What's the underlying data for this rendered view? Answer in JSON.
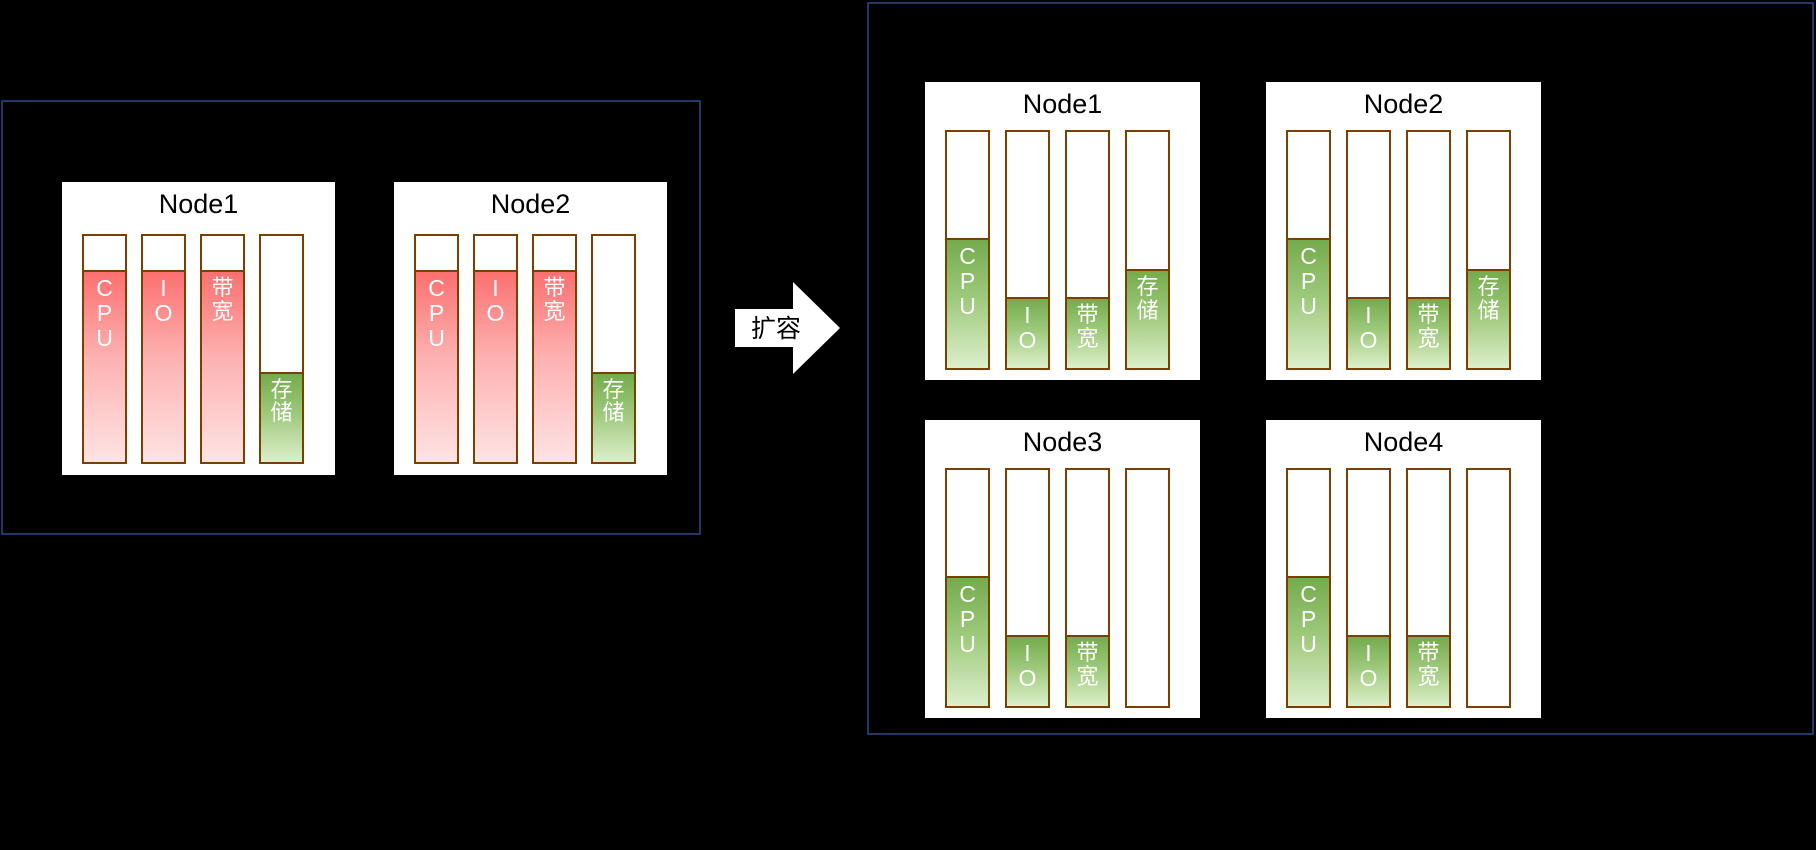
{
  "diagram": {
    "title_implicit": "",
    "colors": {
      "panel_border": "#1f3864",
      "bar_border": "#7b3f00",
      "background": "#000000",
      "card_background": "#ffffff",
      "red_top": "#fc7070",
      "red_bottom": "#ffe3e3",
      "green_top": "#74ab4c",
      "green_bottom": "#dcefcb",
      "label_text": "#ffffff",
      "title_text": "#000000"
    }
  },
  "transition": {
    "arrow_label": "扩容",
    "arrow_icon": "right-arrow-icon"
  },
  "resource_labels": {
    "cpu": "CPU",
    "io": "IO",
    "bandwidth": "带宽",
    "storage": "存储"
  },
  "before": {
    "panel_name": "before-expansion-panel",
    "nodes": [
      {
        "title": "Node1",
        "bars": [
          {
            "key": "cpu",
            "label": "CPU",
            "fill_percent": 85,
            "color": "red",
            "show_label": true
          },
          {
            "key": "io",
            "label": "IO",
            "fill_percent": 85,
            "color": "red",
            "show_label": true
          },
          {
            "key": "bandwidth",
            "label": "带宽",
            "fill_percent": 85,
            "color": "red",
            "show_label": true
          },
          {
            "key": "storage",
            "label": "存储",
            "fill_percent": 40,
            "color": "green",
            "show_label": true
          }
        ]
      },
      {
        "title": "Node2",
        "bars": [
          {
            "key": "cpu",
            "label": "CPU",
            "fill_percent": 85,
            "color": "red",
            "show_label": true
          },
          {
            "key": "io",
            "label": "IO",
            "fill_percent": 85,
            "color": "red",
            "show_label": true
          },
          {
            "key": "bandwidth",
            "label": "带宽",
            "fill_percent": 85,
            "color": "red",
            "show_label": true
          },
          {
            "key": "storage",
            "label": "存储",
            "fill_percent": 40,
            "color": "green",
            "show_label": true
          }
        ]
      }
    ]
  },
  "after": {
    "panel_name": "after-expansion-panel",
    "nodes": [
      {
        "title": "Node1",
        "bars": [
          {
            "key": "cpu",
            "label": "CPU",
            "fill_percent": 55,
            "color": "green",
            "show_label": true
          },
          {
            "key": "io",
            "label": "IO",
            "fill_percent": 30,
            "color": "green",
            "show_label": true
          },
          {
            "key": "bandwidth",
            "label": "带宽",
            "fill_percent": 30,
            "color": "green",
            "show_label": true
          },
          {
            "key": "storage",
            "label": "存储",
            "fill_percent": 42,
            "color": "green",
            "show_label": true
          }
        ]
      },
      {
        "title": "Node2",
        "bars": [
          {
            "key": "cpu",
            "label": "CPU",
            "fill_percent": 55,
            "color": "green",
            "show_label": true
          },
          {
            "key": "io",
            "label": "IO",
            "fill_percent": 30,
            "color": "green",
            "show_label": true
          },
          {
            "key": "bandwidth",
            "label": "带宽",
            "fill_percent": 30,
            "color": "green",
            "show_label": true
          },
          {
            "key": "storage",
            "label": "存储",
            "fill_percent": 42,
            "color": "green",
            "show_label": true
          }
        ]
      },
      {
        "title": "Node3",
        "bars": [
          {
            "key": "cpu",
            "label": "CPU",
            "fill_percent": 55,
            "color": "green",
            "show_label": true
          },
          {
            "key": "io",
            "label": "IO",
            "fill_percent": 30,
            "color": "green",
            "show_label": true
          },
          {
            "key": "bandwidth",
            "label": "带宽",
            "fill_percent": 30,
            "color": "green",
            "show_label": true
          },
          {
            "key": "storage",
            "label": "",
            "fill_percent": 0,
            "color": "green",
            "show_label": false
          }
        ]
      },
      {
        "title": "Node4",
        "bars": [
          {
            "key": "cpu",
            "label": "CPU",
            "fill_percent": 55,
            "color": "green",
            "show_label": true
          },
          {
            "key": "io",
            "label": "IO",
            "fill_percent": 30,
            "color": "green",
            "show_label": true
          },
          {
            "key": "bandwidth",
            "label": "带宽",
            "fill_percent": 30,
            "color": "green",
            "show_label": true
          },
          {
            "key": "storage",
            "label": "",
            "fill_percent": 0,
            "color": "green",
            "show_label": false
          }
        ]
      }
    ]
  }
}
